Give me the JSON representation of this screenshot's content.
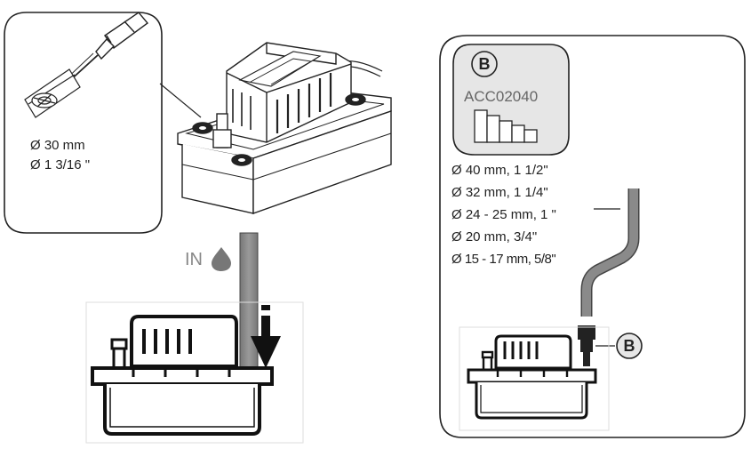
{
  "left_callout": {
    "sizes": [
      "Ø 30 mm",
      "Ø 1 3/16 \""
    ]
  },
  "inlet_label": {
    "text": "IN"
  },
  "right_panel": {
    "accessory": {
      "badge": "B",
      "code": "ACC02040"
    },
    "pipe_sizes": [
      "Ø 40 mm, 1 1/2\"",
      "Ø 32 mm, 1 1/4\"",
      "Ø 24 - 25 mm, 1 \"",
      "Ø 20 mm, 3/4\"",
      "Ø 15 - 17 mm, 5/8\""
    ],
    "fitting_badge": "B"
  },
  "colors": {
    "line": "#222222",
    "pipe": "#888888",
    "panel_fill": "#e6e6e6",
    "arrow": "#111111"
  }
}
